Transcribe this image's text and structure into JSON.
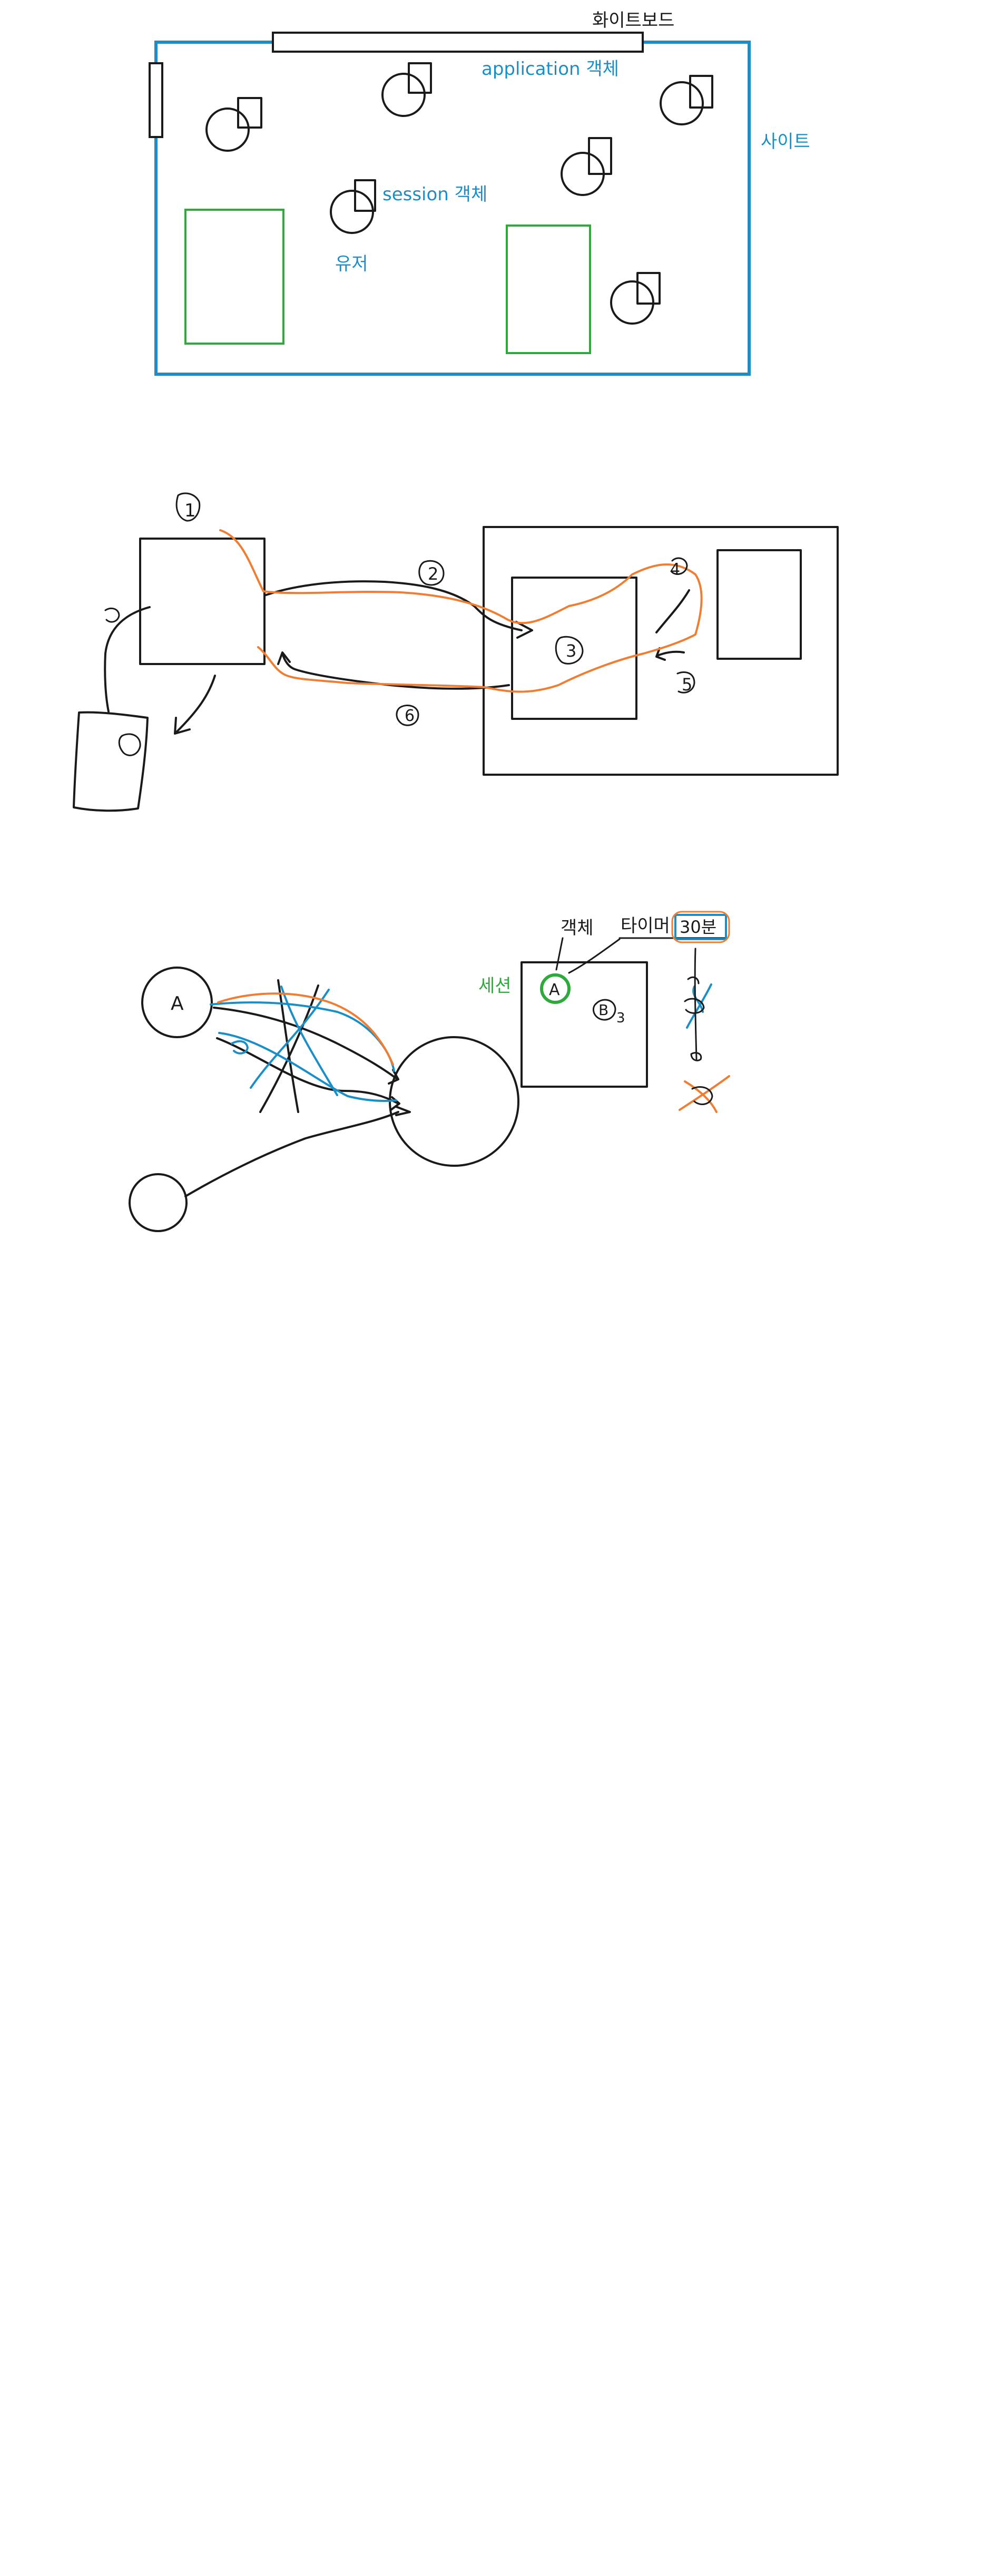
{
  "colors": {
    "ink": "#1a1a1a",
    "blue": "#1a8fc7",
    "green": "#2eaa3c",
    "orange": "#ef7d32"
  },
  "diagram1": {
    "whiteboard_label": "화이트보드",
    "application_label": "application 객체",
    "site_label": "사이트",
    "session_label": "session 객체",
    "user_label": "유저"
  },
  "diagram2": {
    "step_marks": [
      "1",
      "2",
      "3",
      "4",
      "5",
      "6"
    ]
  },
  "diagram3": {
    "node_a_label": "A",
    "object_label": "객체",
    "timer_label": "타이머",
    "timer_value": "30분",
    "session_label": "세션",
    "session_item_a": "A",
    "session_item_b": "B",
    "session_item_b_tail": "3"
  }
}
